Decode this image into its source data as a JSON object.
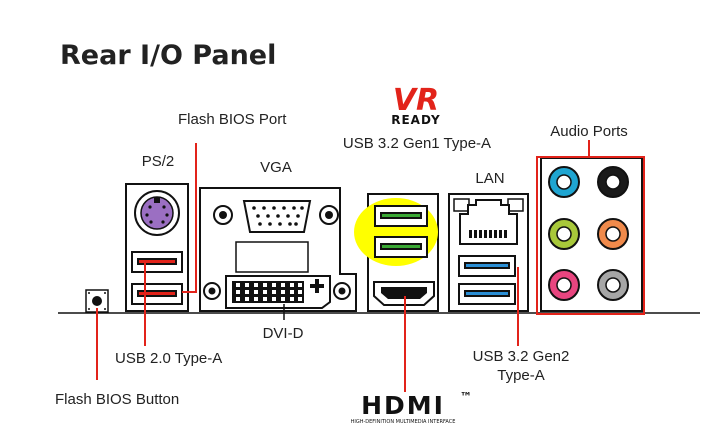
{
  "title": "Rear I/O Panel",
  "labels": {
    "flash_bios_port": "Flash BIOS Port",
    "ps2": "PS/2",
    "vga": "VGA",
    "usb32_gen1": "USB 3.2 Gen1 Type-A",
    "lan": "LAN",
    "audio_ports": "Audio Ports",
    "dvid": "DVI-D",
    "usb20": "USB 2.0 Type-A",
    "usb32_gen2_line1": "USB 3.2 Gen2",
    "usb32_gen2_line2": "Type-A",
    "flash_bios_button": "Flash BIOS Button"
  },
  "logos": {
    "vr": "VR",
    "vr_sub": "READY",
    "hdmi": "HDMI",
    "hdmi_tm": "™",
    "hdmi_sub": "HIGH-DEFINITION MULTIMEDIA INTERFACE"
  },
  "colors": {
    "callout": "#e2231a",
    "highlight": "#ffff00",
    "usb_gen1": "#3aa935",
    "usb_gen2": "#2b8fd6",
    "usb20_red": "#e2231a",
    "ps2_port": "#9b6fc2",
    "audio": [
      "#1fa5d1",
      "#1a1a1a",
      "#a8c83a",
      "#f08a4b",
      "#e8457f",
      "#a6a6a6"
    ]
  }
}
